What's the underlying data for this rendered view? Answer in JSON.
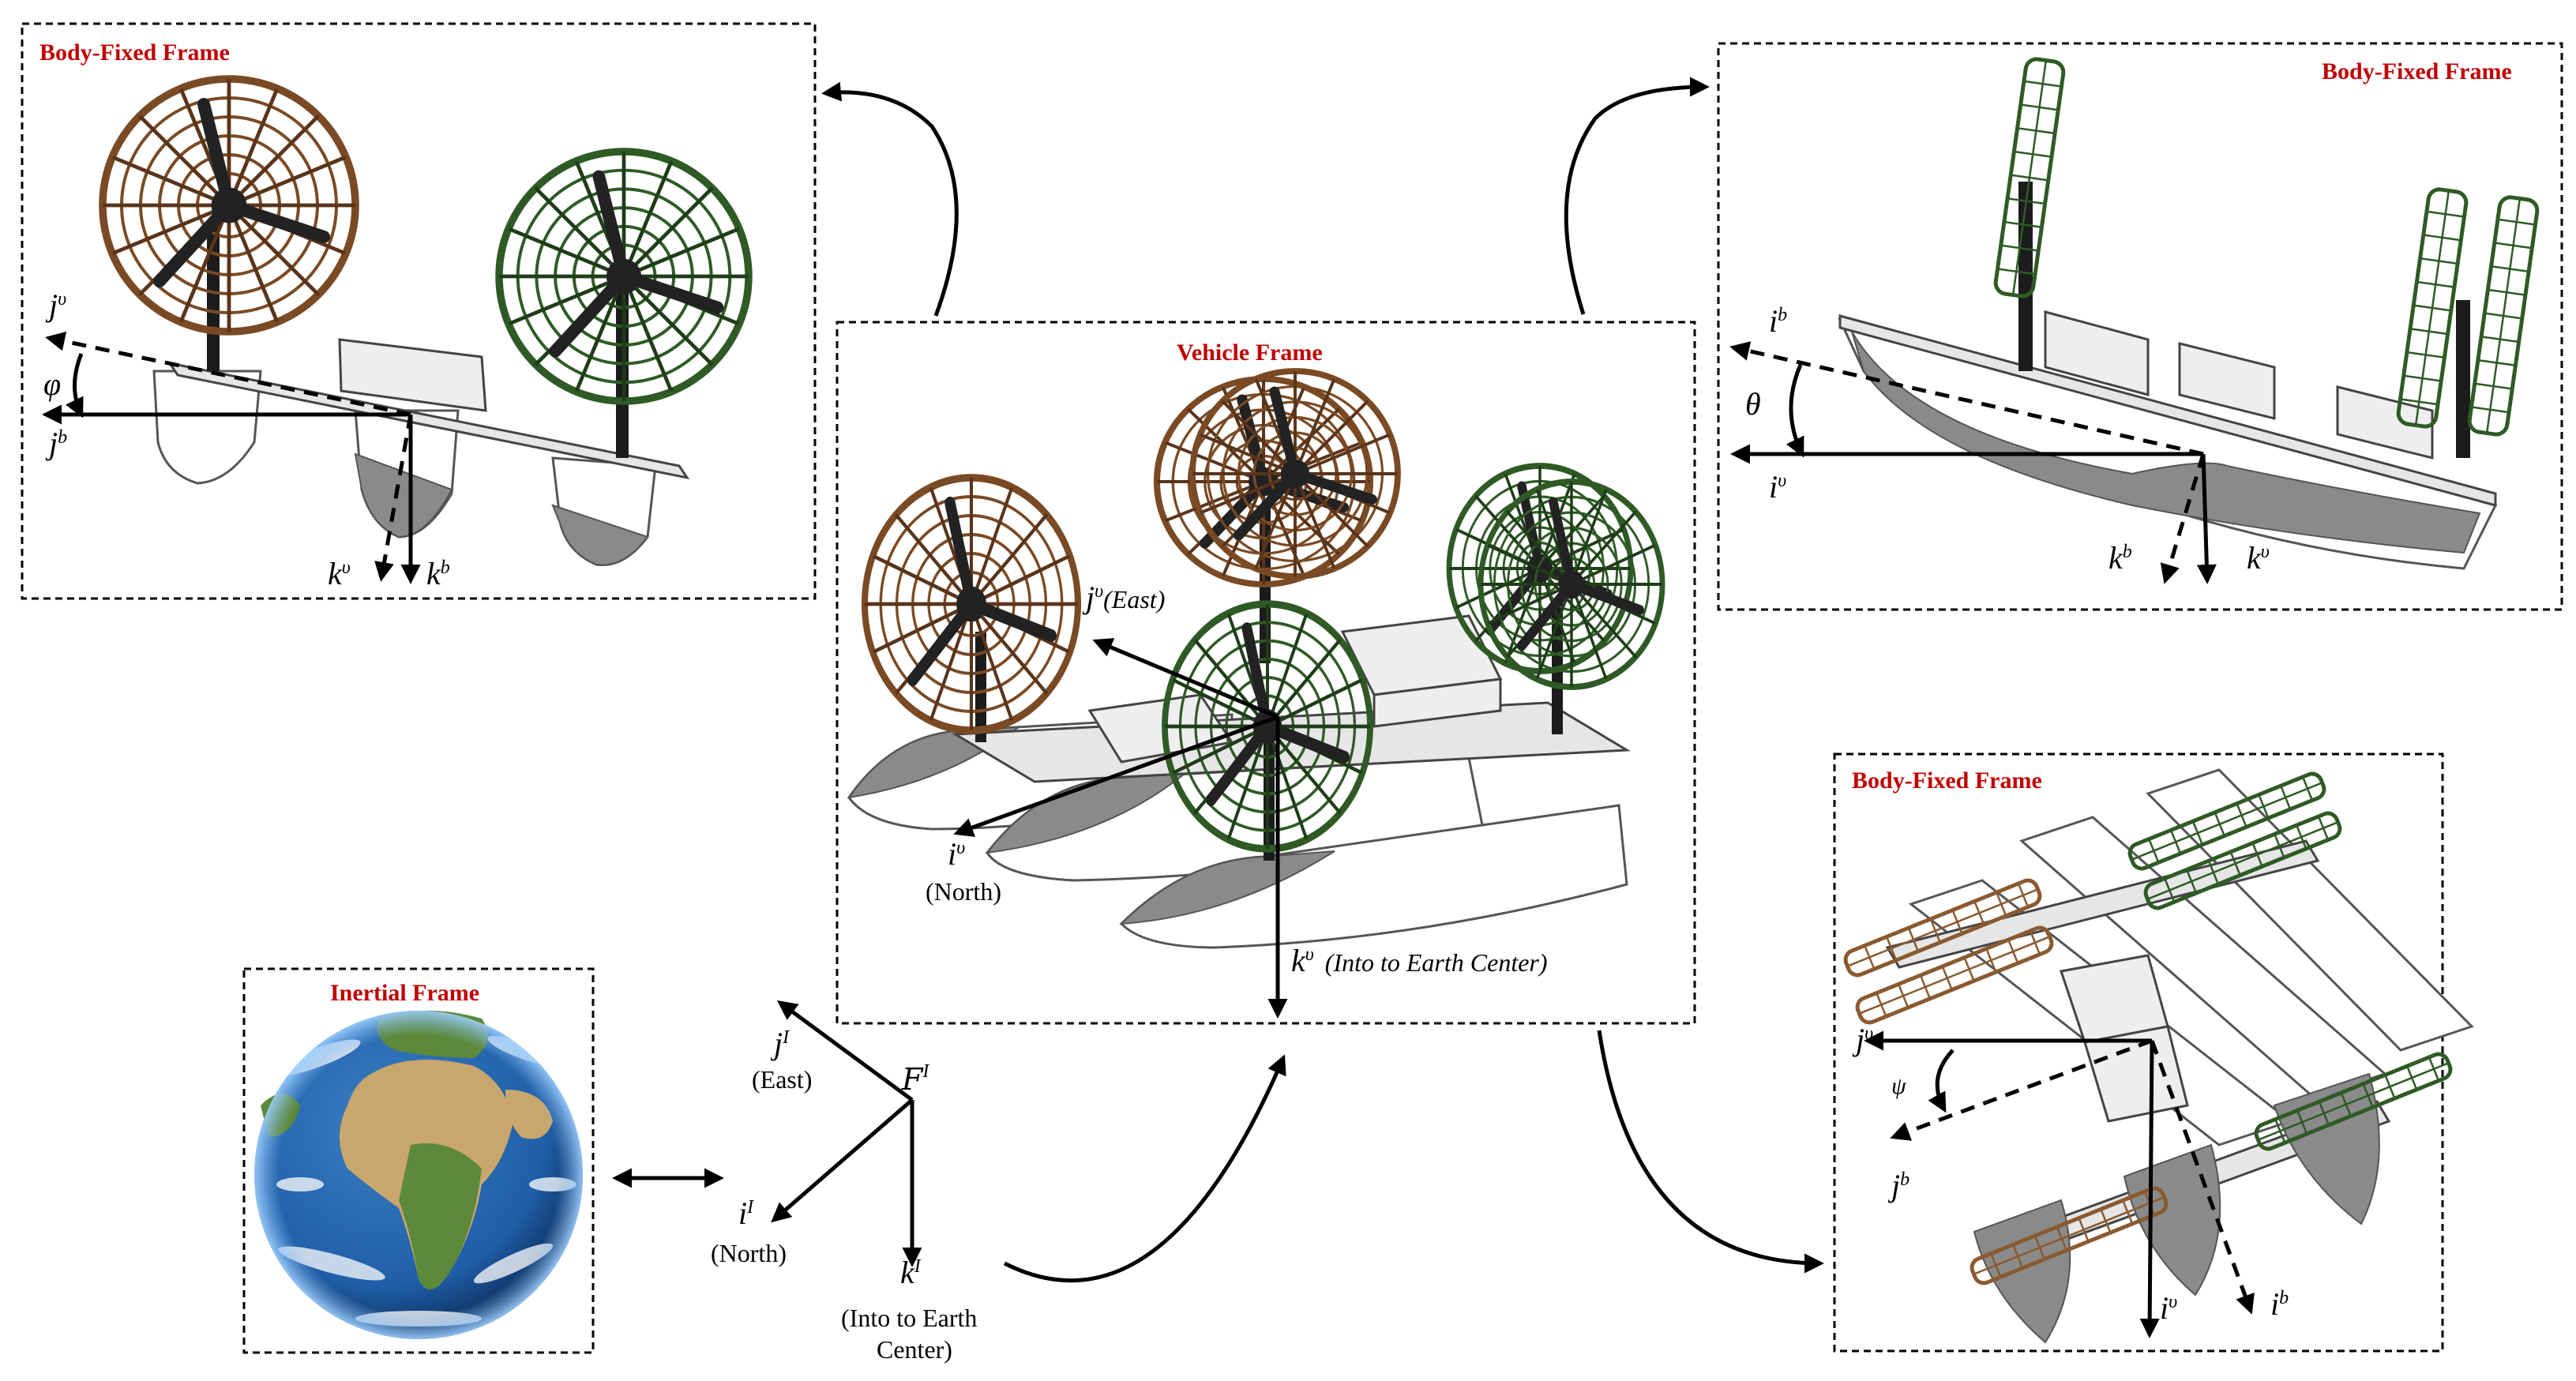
{
  "panels": {
    "body_fixed_roll": {
      "title": "Body-Fixed Frame"
    },
    "body_fixed_pitch": {
      "title": "Body-Fixed Frame"
    },
    "body_fixed_yaw": {
      "title": "Body-Fixed Frame"
    },
    "vehicle": {
      "title": "Vehicle Frame"
    },
    "inertial": {
      "title": "Inertial Frame"
    }
  },
  "vehicle_axes": {
    "j": "j",
    "j_sup": "υ",
    "j_note": "(East)",
    "i": "i",
    "i_sup": "υ",
    "i_note": "(North)",
    "k": "k",
    "k_sup": "υ",
    "k_note": "(Into to Earth Center)"
  },
  "inertial_axes": {
    "frame": "F",
    "frame_sup": "I",
    "j": "j",
    "j_sup": "I",
    "j_note": "(East)",
    "i": "i",
    "i_sup": "I",
    "i_note": "(North)",
    "k": "k",
    "k_sup": "I",
    "k_note_1": "(Into to Earth",
    "k_note_2": "Center)"
  },
  "roll_axes": {
    "jv": "j",
    "jv_sup": "υ",
    "jb": "j",
    "jb_sup": "b",
    "angle": "φ",
    "kv": "k",
    "kv_sup": "υ",
    "kb": "k",
    "kb_sup": "b"
  },
  "pitch_axes": {
    "ib": "i",
    "ib_sup": "b",
    "iv": "i",
    "iv_sup": "υ",
    "angle": "θ",
    "kb": "k",
    "kb_sup": "b",
    "kv": "k",
    "kv_sup": "υ"
  },
  "yaw_axes": {
    "jv": "j",
    "jv_sup": "υ",
    "jb": "j",
    "jb_sup": "b",
    "angle": "ψ",
    "iv": "i",
    "iv_sup": "υ",
    "ib": "i",
    "ib_sup": "b"
  },
  "colors": {
    "title": "#c00000",
    "fan_brown": "#7a4a24",
    "fan_green": "#2f5a26",
    "ocean": "#1f5fa8",
    "land": "#5d8a3a",
    "desert": "#c9a66b"
  }
}
